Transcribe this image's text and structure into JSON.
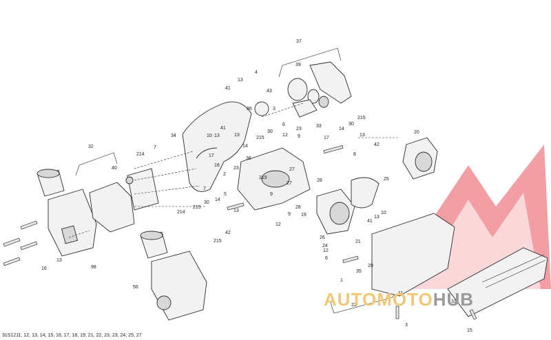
{
  "diagram": {
    "reference_code": "31S1211, 12, 13, 14, 15, 16, 17, 18, 19, 21, 22, 23, 23, 24, 25, 27",
    "watermark": {
      "part1": "AUTOMOTO",
      "part2": "HUB",
      "color_primary": "#e8505b",
      "color_secondary": "#f0c878"
    },
    "callouts": [
      {
        "id": "c37",
        "label": "37"
      },
      {
        "id": "c39",
        "label": "39"
      },
      {
        "id": "c4",
        "label": "4"
      },
      {
        "id": "c13a",
        "label": "13"
      },
      {
        "id": "c41a",
        "label": "41"
      },
      {
        "id": "c43",
        "label": "43"
      },
      {
        "id": "c36a",
        "label": "36"
      },
      {
        "id": "c3",
        "label": "3"
      },
      {
        "id": "c33",
        "label": "33"
      },
      {
        "id": "c34",
        "label": "34"
      },
      {
        "id": "c41b",
        "label": "41"
      },
      {
        "id": "c13b",
        "label": "13"
      },
      {
        "id": "c10a",
        "label": "10"
      },
      {
        "id": "c17a",
        "label": "17"
      },
      {
        "id": "c18",
        "label": "18"
      },
      {
        "id": "c14a",
        "label": "14"
      },
      {
        "id": "c13c",
        "label": "13"
      },
      {
        "id": "c6",
        "label": "6"
      },
      {
        "id": "c30a",
        "label": "30"
      },
      {
        "id": "c12a",
        "label": "12"
      },
      {
        "id": "c215a",
        "label": "215"
      },
      {
        "id": "c23a",
        "label": "23"
      },
      {
        "id": "c9a",
        "label": "9"
      },
      {
        "id": "c14b",
        "label": "14"
      },
      {
        "id": "c17b",
        "label": "17"
      },
      {
        "id": "c13d",
        "label": "13"
      },
      {
        "id": "c30b",
        "label": "30"
      },
      {
        "id": "c215b",
        "label": "215"
      },
      {
        "id": "c42a",
        "label": "42"
      },
      {
        "id": "c8",
        "label": "8"
      },
      {
        "id": "c20",
        "label": "20"
      },
      {
        "id": "c32",
        "label": "32"
      },
      {
        "id": "c214a",
        "label": "214"
      },
      {
        "id": "c7a",
        "label": "7"
      },
      {
        "id": "c40",
        "label": "40"
      },
      {
        "id": "c36b",
        "label": "36"
      },
      {
        "id": "c23b",
        "label": "23"
      },
      {
        "id": "c2",
        "label": "2"
      },
      {
        "id": "c27a",
        "label": "27"
      },
      {
        "id": "c215c",
        "label": "215"
      },
      {
        "id": "c27b",
        "label": "27"
      },
      {
        "id": "c28a",
        "label": "28"
      },
      {
        "id": "c9b",
        "label": "9"
      },
      {
        "id": "c25",
        "label": "25"
      },
      {
        "id": "c7b",
        "label": "7"
      },
      {
        "id": "c5",
        "label": "5"
      },
      {
        "id": "c14c",
        "label": "14"
      },
      {
        "id": "c30c",
        "label": "30"
      },
      {
        "id": "c215d",
        "label": "215"
      },
      {
        "id": "c214b",
        "label": "214"
      },
      {
        "id": "c13e",
        "label": "13"
      },
      {
        "id": "c28b",
        "label": "28"
      },
      {
        "id": "c9c",
        "label": "9"
      },
      {
        "id": "c19",
        "label": "19"
      },
      {
        "id": "c12b",
        "label": "12"
      },
      {
        "id": "c41c",
        "label": "41"
      },
      {
        "id": "c13f",
        "label": "13"
      },
      {
        "id": "c10b",
        "label": "10"
      },
      {
        "id": "c42b",
        "label": "42"
      },
      {
        "id": "c215e",
        "label": "215"
      },
      {
        "id": "c26",
        "label": "26"
      },
      {
        "id": "c24",
        "label": "24"
      },
      {
        "id": "c21",
        "label": "21"
      },
      {
        "id": "c6b",
        "label": "6"
      },
      {
        "id": "c29",
        "label": "29"
      },
      {
        "id": "c12c",
        "label": "12"
      },
      {
        "id": "c35",
        "label": "35"
      },
      {
        "id": "c1",
        "label": "1"
      },
      {
        "id": "c13g",
        "label": "13"
      },
      {
        "id": "c16",
        "label": "16"
      },
      {
        "id": "c98",
        "label": "98"
      },
      {
        "id": "c56",
        "label": "56"
      },
      {
        "id": "c22",
        "label": "22"
      },
      {
        "id": "c11",
        "label": "11"
      },
      {
        "id": "c31",
        "label": "31"
      },
      {
        "id": "c15",
        "label": "15"
      },
      {
        "id": "c3b",
        "label": "3"
      }
    ]
  }
}
